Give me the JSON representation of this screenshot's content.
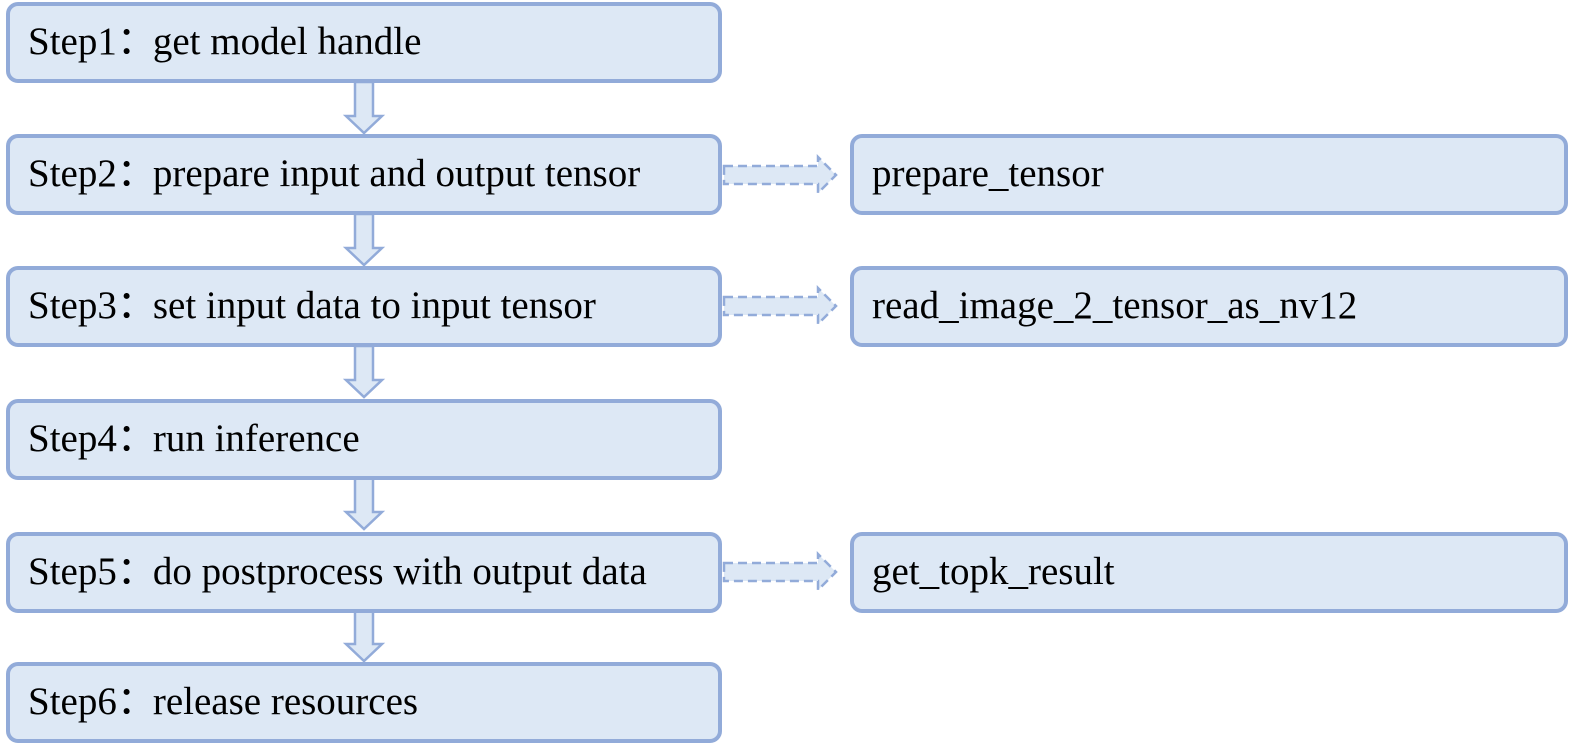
{
  "colors": {
    "box_fill": "#dde8f5",
    "box_border": "#92abd9",
    "arrow_fill": "#dde8f5",
    "arrow_stroke": "#92abd9",
    "text": "#000000"
  },
  "steps": [
    {
      "label": "Step1",
      "separator": "：",
      "text": "get model handle"
    },
    {
      "label": "Step2",
      "separator": "：",
      "text": "prepare input and output tensor"
    },
    {
      "label": "Step3",
      "separator": "：",
      "text": "set input data to input tensor"
    },
    {
      "label": "Step4",
      "separator": "：",
      "text": "run inference"
    },
    {
      "label": "Step5",
      "separator": "：",
      "text": "do postprocess with output data"
    },
    {
      "label": "Step6",
      "separator": "：",
      "text": "release resources"
    }
  ],
  "functions": {
    "step2": "prepare_tensor",
    "step3": "read_image_2_tensor_as_nv12",
    "step5": "get_topk_result"
  }
}
